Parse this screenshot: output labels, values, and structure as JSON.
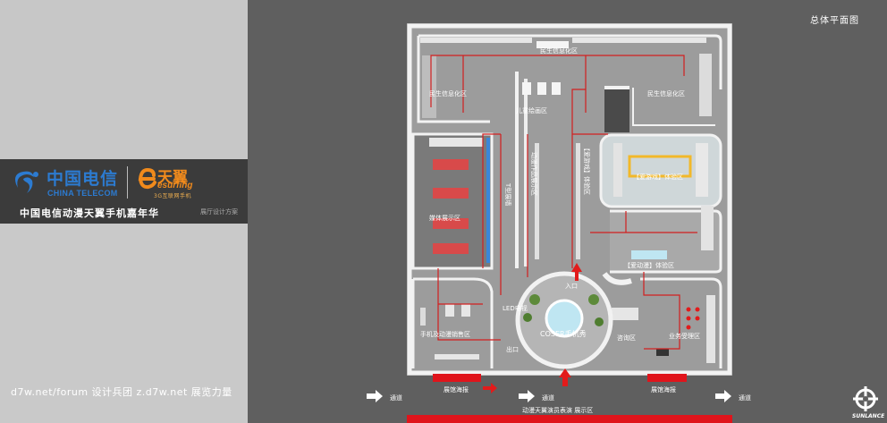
{
  "brand": {
    "telecom_cn": "中国电信",
    "telecom_en": "CHINA TELECOM",
    "esurfing_cn": "天翼",
    "esurfing_en": "esurfing",
    "esurfing_sub": "3G互联网手机",
    "event_title": "中国电信动漫天翼手机嘉年华",
    "event_sub": "展厅设计方案"
  },
  "plan_title": "总体平面图",
  "watermark": "d7w.net/forum 设计兵团 z.d7w.net 展览力量",
  "footer_logo": "SUNLANCE",
  "zones": {
    "top": "民生信息化区",
    "top_left": "民生信息化区",
    "top_right": "民生信息化区",
    "kids": "儿童绘画区",
    "game_vertical": "【爱游戏】体验区",
    "game_box": "【爱游戏】体验区",
    "media": "媒体展示区",
    "phone_sales": "手机及动漫销售区",
    "anime": "【爱动漫】体验区",
    "coser": "COSER手机秀",
    "consult": "咨询区",
    "business": "业务受理区",
    "led": "LED电视",
    "t_wall": "T型展墙",
    "center_vertical": "动漫作品展示区"
  },
  "markers": {
    "entrance": "入口",
    "exit": "出口",
    "aisle_1": "通道",
    "aisle_2": "通道",
    "aisle_3": "通道",
    "promo_1": "展馆海报",
    "promo_2": "展馆海报",
    "bottom_banner": "动漫天翼演员表演 展示区"
  },
  "colors": {
    "floor": "#9c9c9c",
    "wall": "#f2f2f2",
    "route": "#d11f1f",
    "arrow": "#e21b1b",
    "blue_wall": "#3a86d8",
    "pool": "#bfe6f2"
  }
}
